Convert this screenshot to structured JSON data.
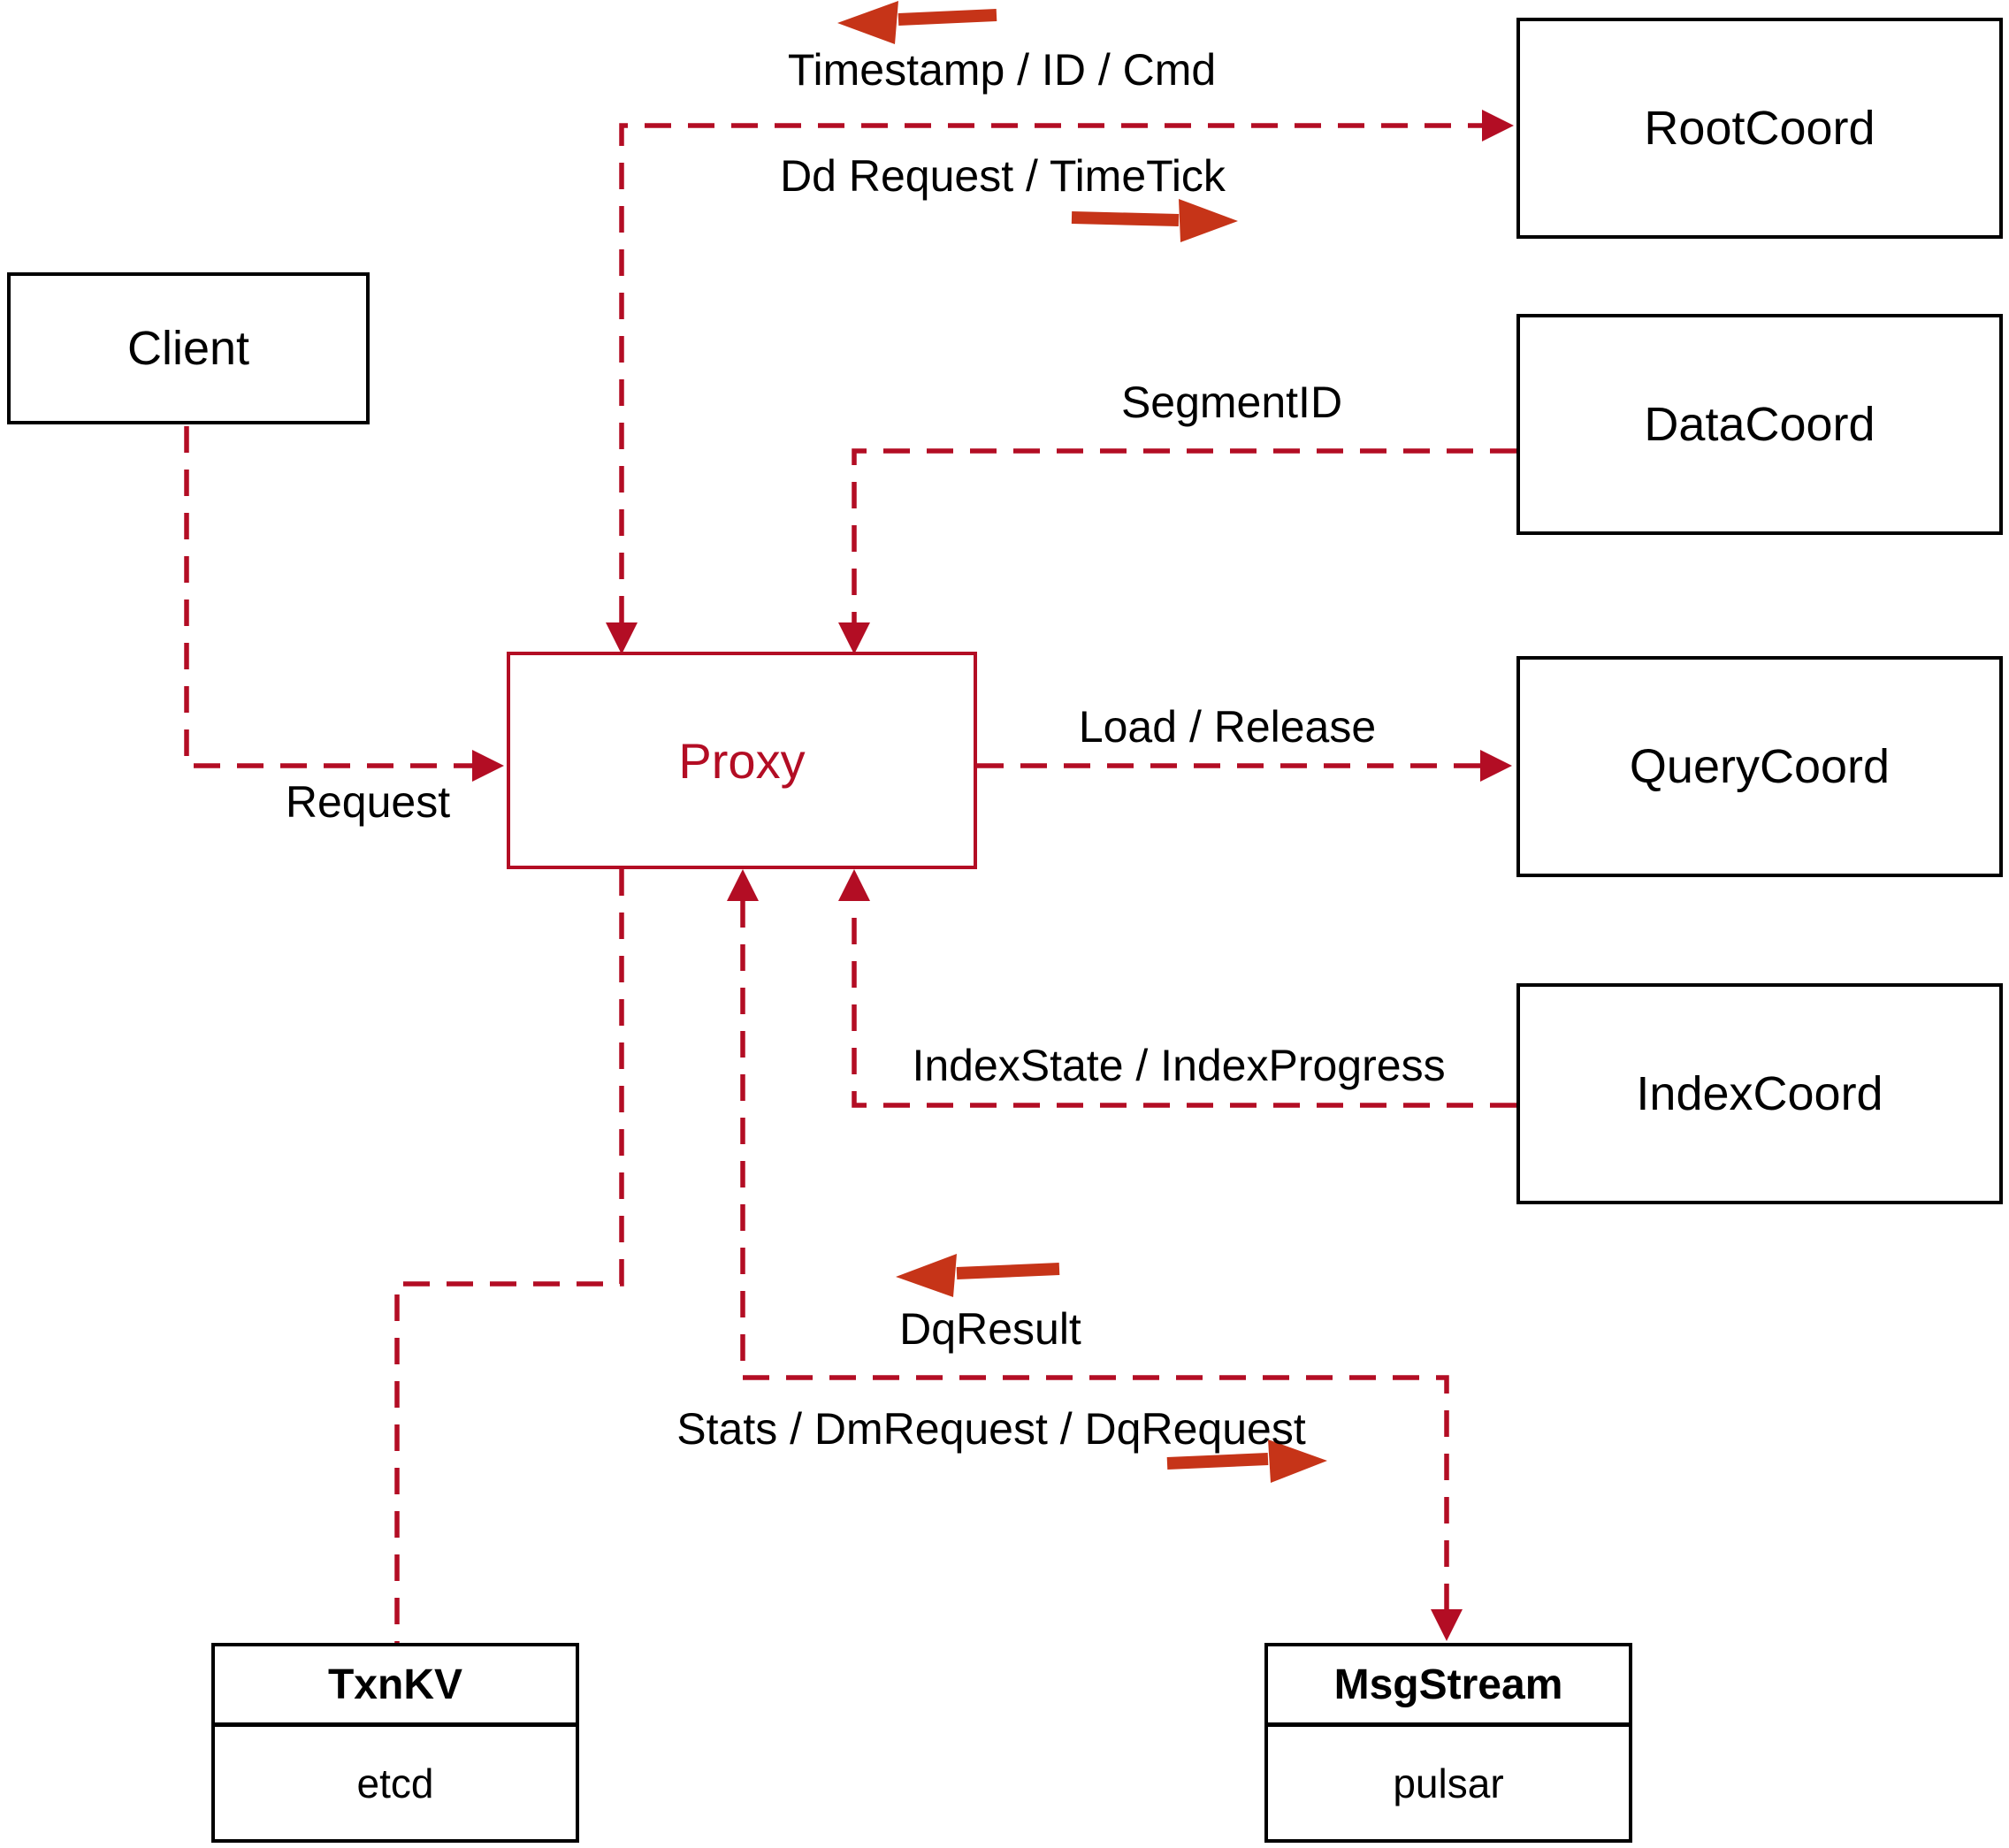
{
  "diagram": {
    "nodes": {
      "client": {
        "label": "Client"
      },
      "root_coord": {
        "label": "RootCoord"
      },
      "data_coord": {
        "label": "DataCoord"
      },
      "query_coord": {
        "label": "QueryCoord"
      },
      "index_coord": {
        "label": "IndexCoord"
      },
      "proxy": {
        "label": "Proxy"
      },
      "txn_kv": {
        "title": "TxnKV",
        "subtitle": "etcd"
      },
      "msg_stream": {
        "title": "MsgStream",
        "subtitle": "pulsar"
      }
    },
    "edge_labels": {
      "timestamp_id_cmd": "Timestamp / ID / Cmd",
      "dd_request_timetick": "Dd Request / TimeTick",
      "segment_id": "SegmentID",
      "request": "Request",
      "load_release": "Load / Release",
      "index_state": "IndexState / IndexProgress",
      "dq_result": "DqResult",
      "stats_dm_dq": "Stats / DmRequest / DqRequest"
    },
    "colors": {
      "dash_red": "#b30d24",
      "arrow_red": "#c63418",
      "ink": "#000000"
    }
  }
}
